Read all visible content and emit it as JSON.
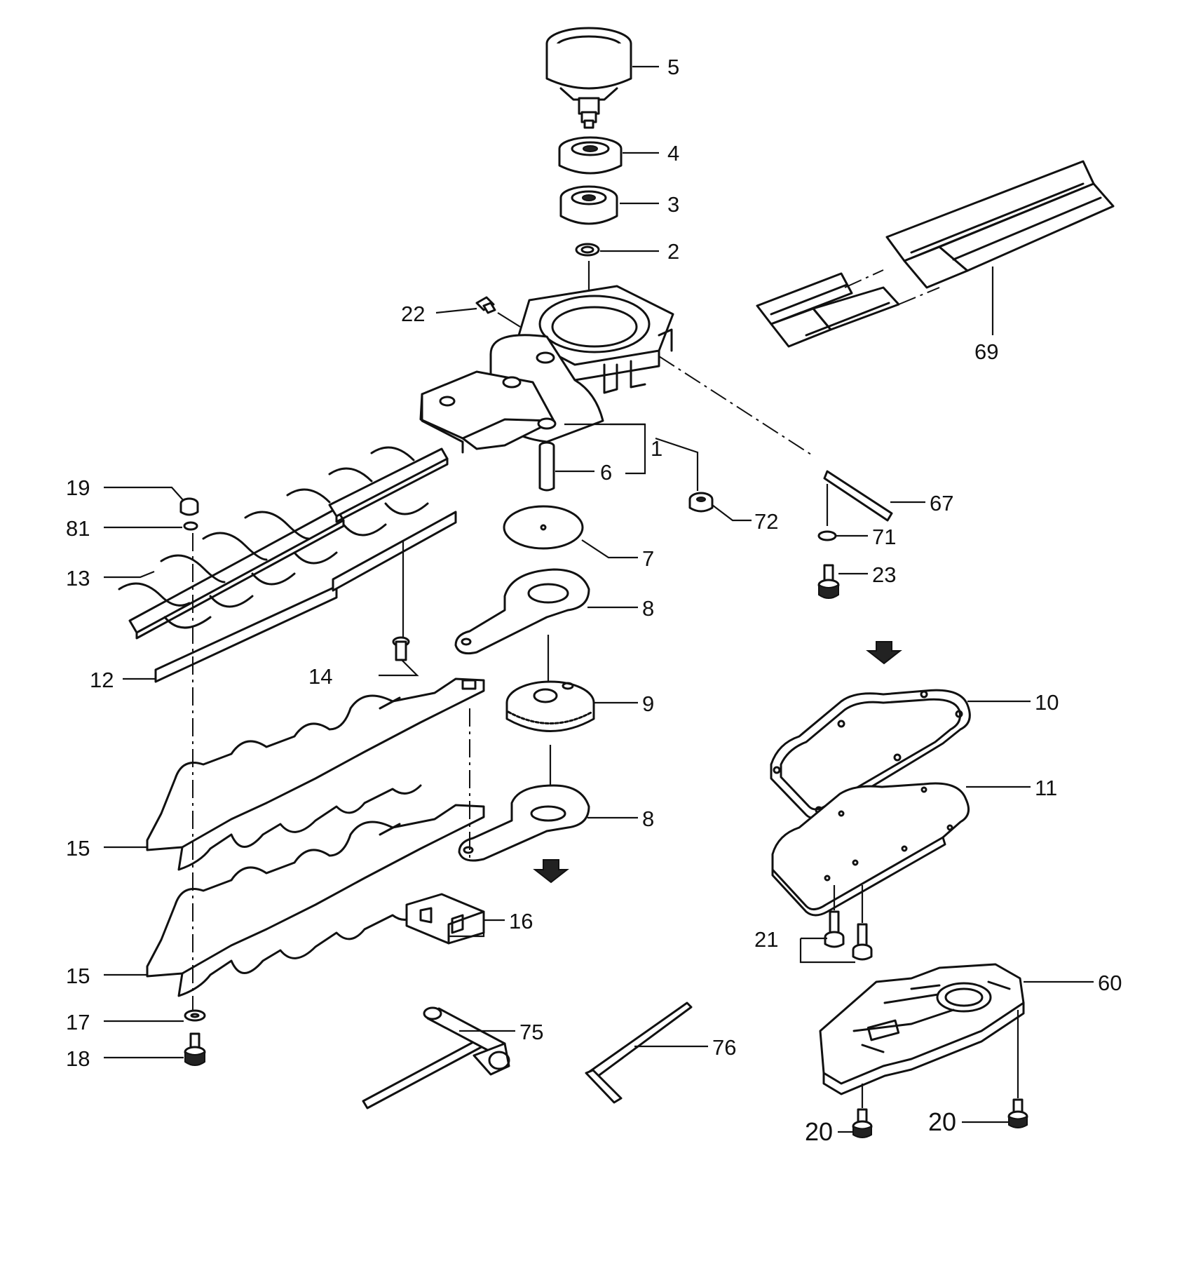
{
  "callouts": [
    {
      "id": "p5",
      "text": "5"
    },
    {
      "id": "p4",
      "text": "4"
    },
    {
      "id": "p3",
      "text": "3"
    },
    {
      "id": "p2",
      "text": "2"
    },
    {
      "id": "p22",
      "text": "22"
    },
    {
      "id": "p69",
      "text": "69"
    },
    {
      "id": "p1",
      "text": "1"
    },
    {
      "id": "p6",
      "text": "6"
    },
    {
      "id": "p72",
      "text": "72"
    },
    {
      "id": "p67",
      "text": "67"
    },
    {
      "id": "p71",
      "text": "71"
    },
    {
      "id": "p23",
      "text": "23"
    },
    {
      "id": "p19",
      "text": "19"
    },
    {
      "id": "p81",
      "text": "81"
    },
    {
      "id": "p13",
      "text": "13"
    },
    {
      "id": "p7",
      "text": "7"
    },
    {
      "id": "p8a",
      "text": "8"
    },
    {
      "id": "p14",
      "text": "14"
    },
    {
      "id": "p12",
      "text": "12"
    },
    {
      "id": "p9",
      "text": "9"
    },
    {
      "id": "p10",
      "text": "10"
    },
    {
      "id": "p11",
      "text": "11"
    },
    {
      "id": "p15a",
      "text": "15"
    },
    {
      "id": "p8b",
      "text": "8"
    },
    {
      "id": "p16",
      "text": "16"
    },
    {
      "id": "p21",
      "text": "21"
    },
    {
      "id": "p60",
      "text": "60"
    },
    {
      "id": "p15b",
      "text": "15"
    },
    {
      "id": "p17",
      "text": "17"
    },
    {
      "id": "p75",
      "text": "75"
    },
    {
      "id": "p76",
      "text": "76"
    },
    {
      "id": "p18",
      "text": "18"
    },
    {
      "id": "p20a",
      "text": "20"
    },
    {
      "id": "p20b",
      "text": "20"
    }
  ]
}
